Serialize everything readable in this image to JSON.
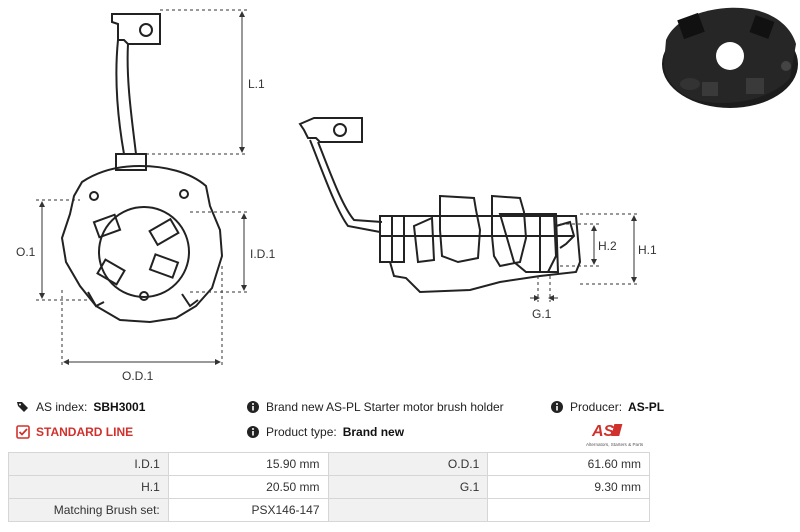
{
  "drawing": {
    "dims": {
      "l1": "L.1",
      "o1": "O.1",
      "id1": "I.D.1",
      "od1": "O.D.1",
      "h2": "H.2",
      "h1": "H.1",
      "g1": "G.1"
    }
  },
  "info": {
    "as_index_label": "AS index:",
    "as_index_value": "SBH3001",
    "description": "Brand new AS-PL Starter motor brush holder",
    "producer_label": "Producer:",
    "producer_value": "AS-PL",
    "standard_line": "STANDARD LINE",
    "product_type_label": "Product type:",
    "product_type_value": "Brand new",
    "logo_text": "AS",
    "logo_tagline": "Alternators, Starters & Parts",
    "colors": {
      "accent": "#d0312d",
      "table_label_bg": "#f1f1f1",
      "border": "#d6d6d6"
    }
  },
  "specs": {
    "rows": [
      {
        "label1": "I.D.1",
        "value1": "15.90 mm",
        "label2": "O.D.1",
        "value2": "61.60 mm"
      },
      {
        "label1": "H.1",
        "value1": "20.50 mm",
        "label2": "G.1",
        "value2": "9.30 mm"
      },
      {
        "label1": "Matching Brush set:",
        "value1": "PSX146-147",
        "label2": "",
        "value2": ""
      }
    ]
  }
}
